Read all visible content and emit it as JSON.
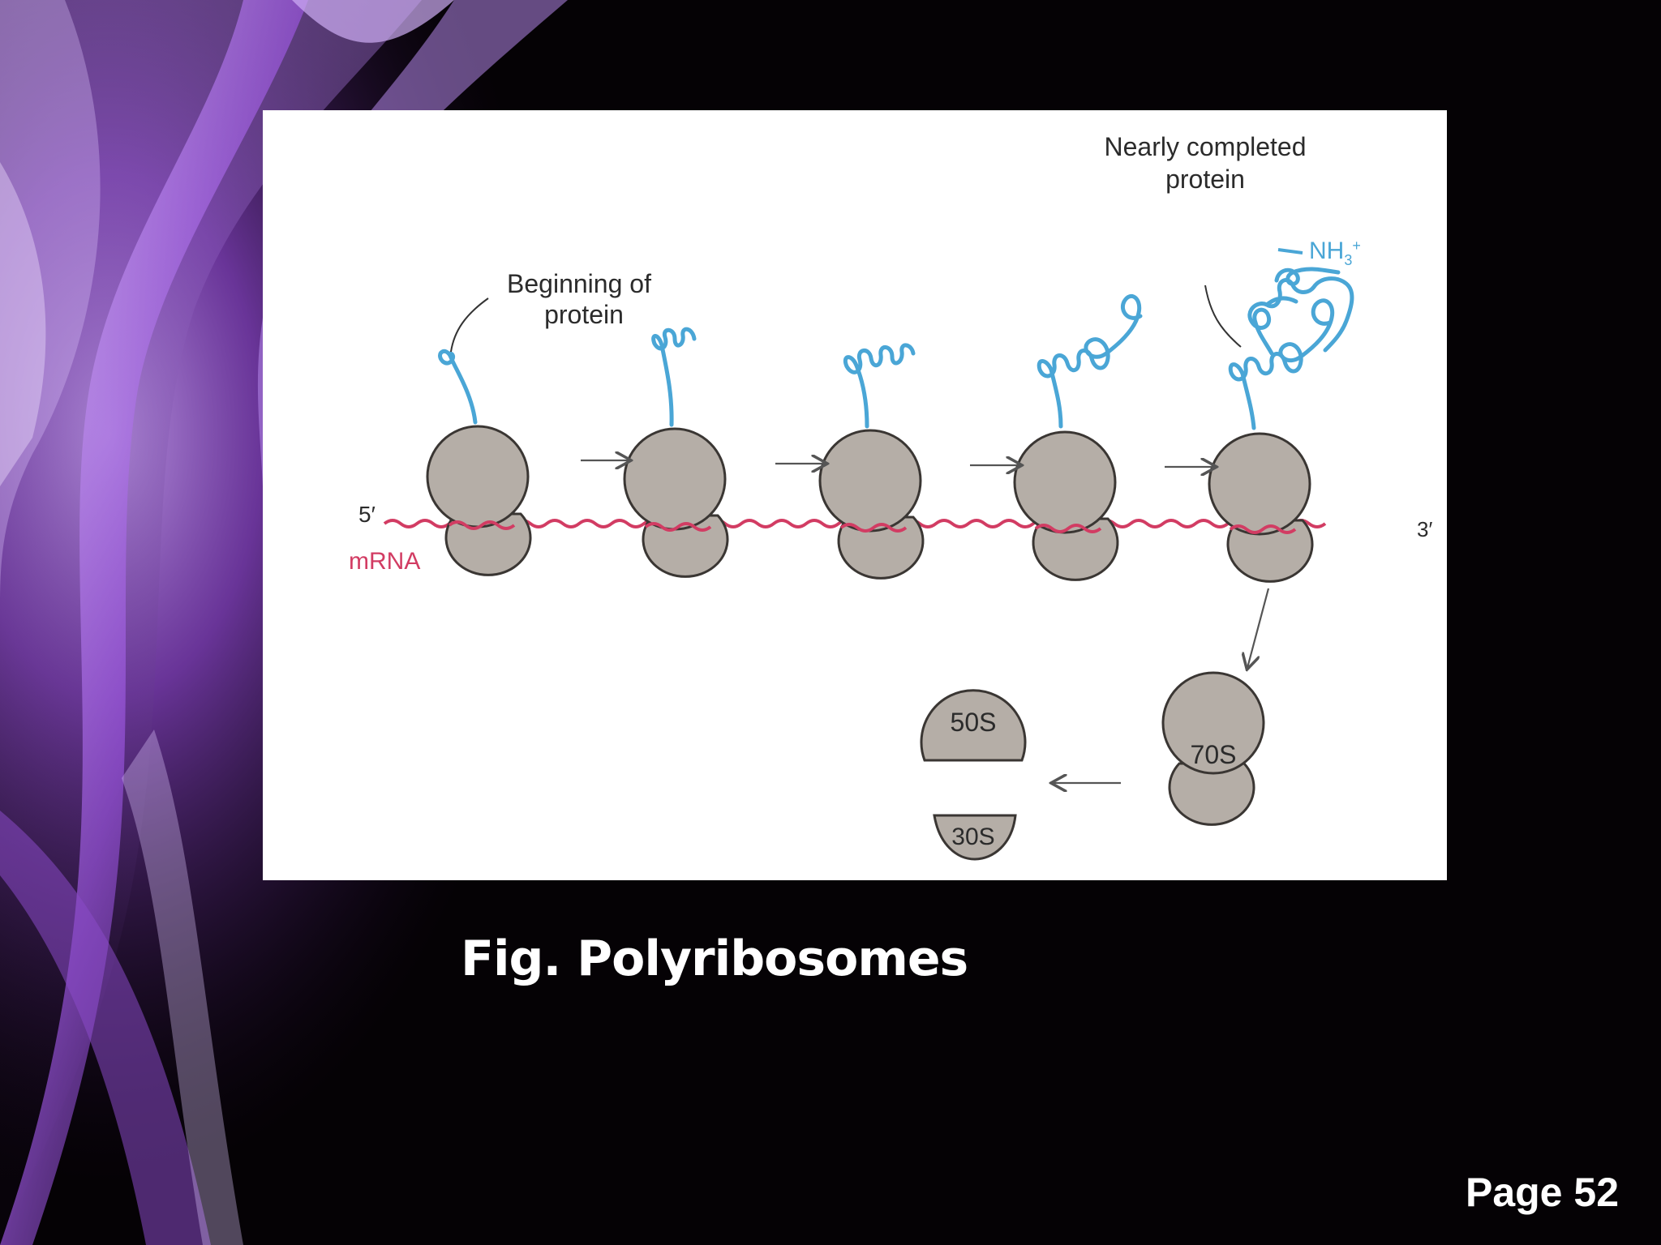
{
  "slide": {
    "caption": "Fig. Polyribosomes",
    "page_label": "Page 52"
  },
  "diagram": {
    "label_beginning_line1": "Beginning of",
    "label_beginning_line2": "protein",
    "label_nearly_line1": "Nearly completed",
    "label_nearly_line2": "protein",
    "label_nh3": "NH",
    "label_nh3_sub": "3",
    "label_nh3_sup": "+",
    "label_5prime": "5′",
    "label_3prime": "3′",
    "label_mrna": "mRNA",
    "label_50s": "50S",
    "label_30s": "30S",
    "label_70s": "70S"
  },
  "colors": {
    "background": "#050205",
    "accent_purple": "#a45ee0",
    "ribosome_fill": "#b5aea7",
    "ribosome_stroke": "#3a3633",
    "mrna": "#d23c63",
    "protein": "#4aa6d6",
    "label_text": "#2b2b2b",
    "caption_text": "#ffffff"
  }
}
